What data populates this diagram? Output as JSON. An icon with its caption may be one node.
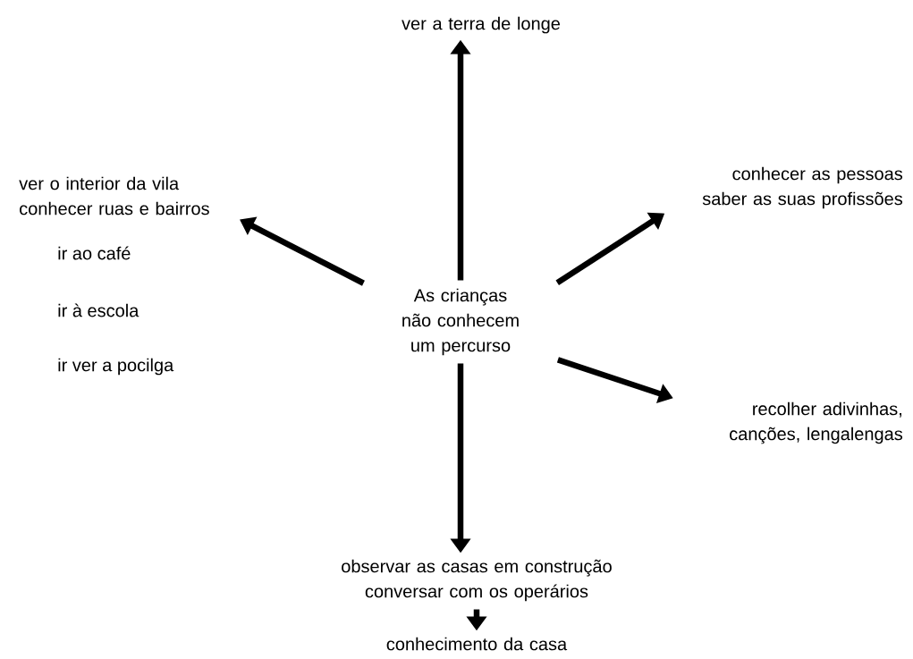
{
  "diagram": {
    "nodes": [
      {
        "text": [
          "As crianças não conhecem um percurso"
        ]
      },
      {
        "text": [
          "ver a terra de longe"
        ]
      },
      {
        "text": [
          "ver o interior da vila",
          "conhecer ruas e bairros"
        ]
      },
      {
        "text": [
          "conhecer as pessoas",
          "saber as suas profissões"
        ]
      },
      {
        "text": [
          "recolher adivinhas, canções, lengalengas"
        ]
      },
      {
        "text": [
          "observar as casas em construção",
          "conversar com os operários"
        ]
      },
      {
        "text": [
          "conhecimento da casa"
        ]
      }
    ],
    "edges": [
      {
        "from": 0,
        "to": 1,
        "arrow": "to"
      },
      {
        "from": 0,
        "to": 2,
        "arrow": "to"
      },
      {
        "from": 0,
        "to": 3,
        "arrow": "to"
      },
      {
        "from": 0,
        "to": 4,
        "arrow": "to"
      },
      {
        "from": 0,
        "to": 5,
        "arrow": "to"
      },
      {
        "from": 5,
        "to": 6,
        "arrow": "to"
      }
    ],
    "labels": [
      "ir ao café",
      "ir à escola",
      "ir ver a pocilga"
    ]
  }
}
